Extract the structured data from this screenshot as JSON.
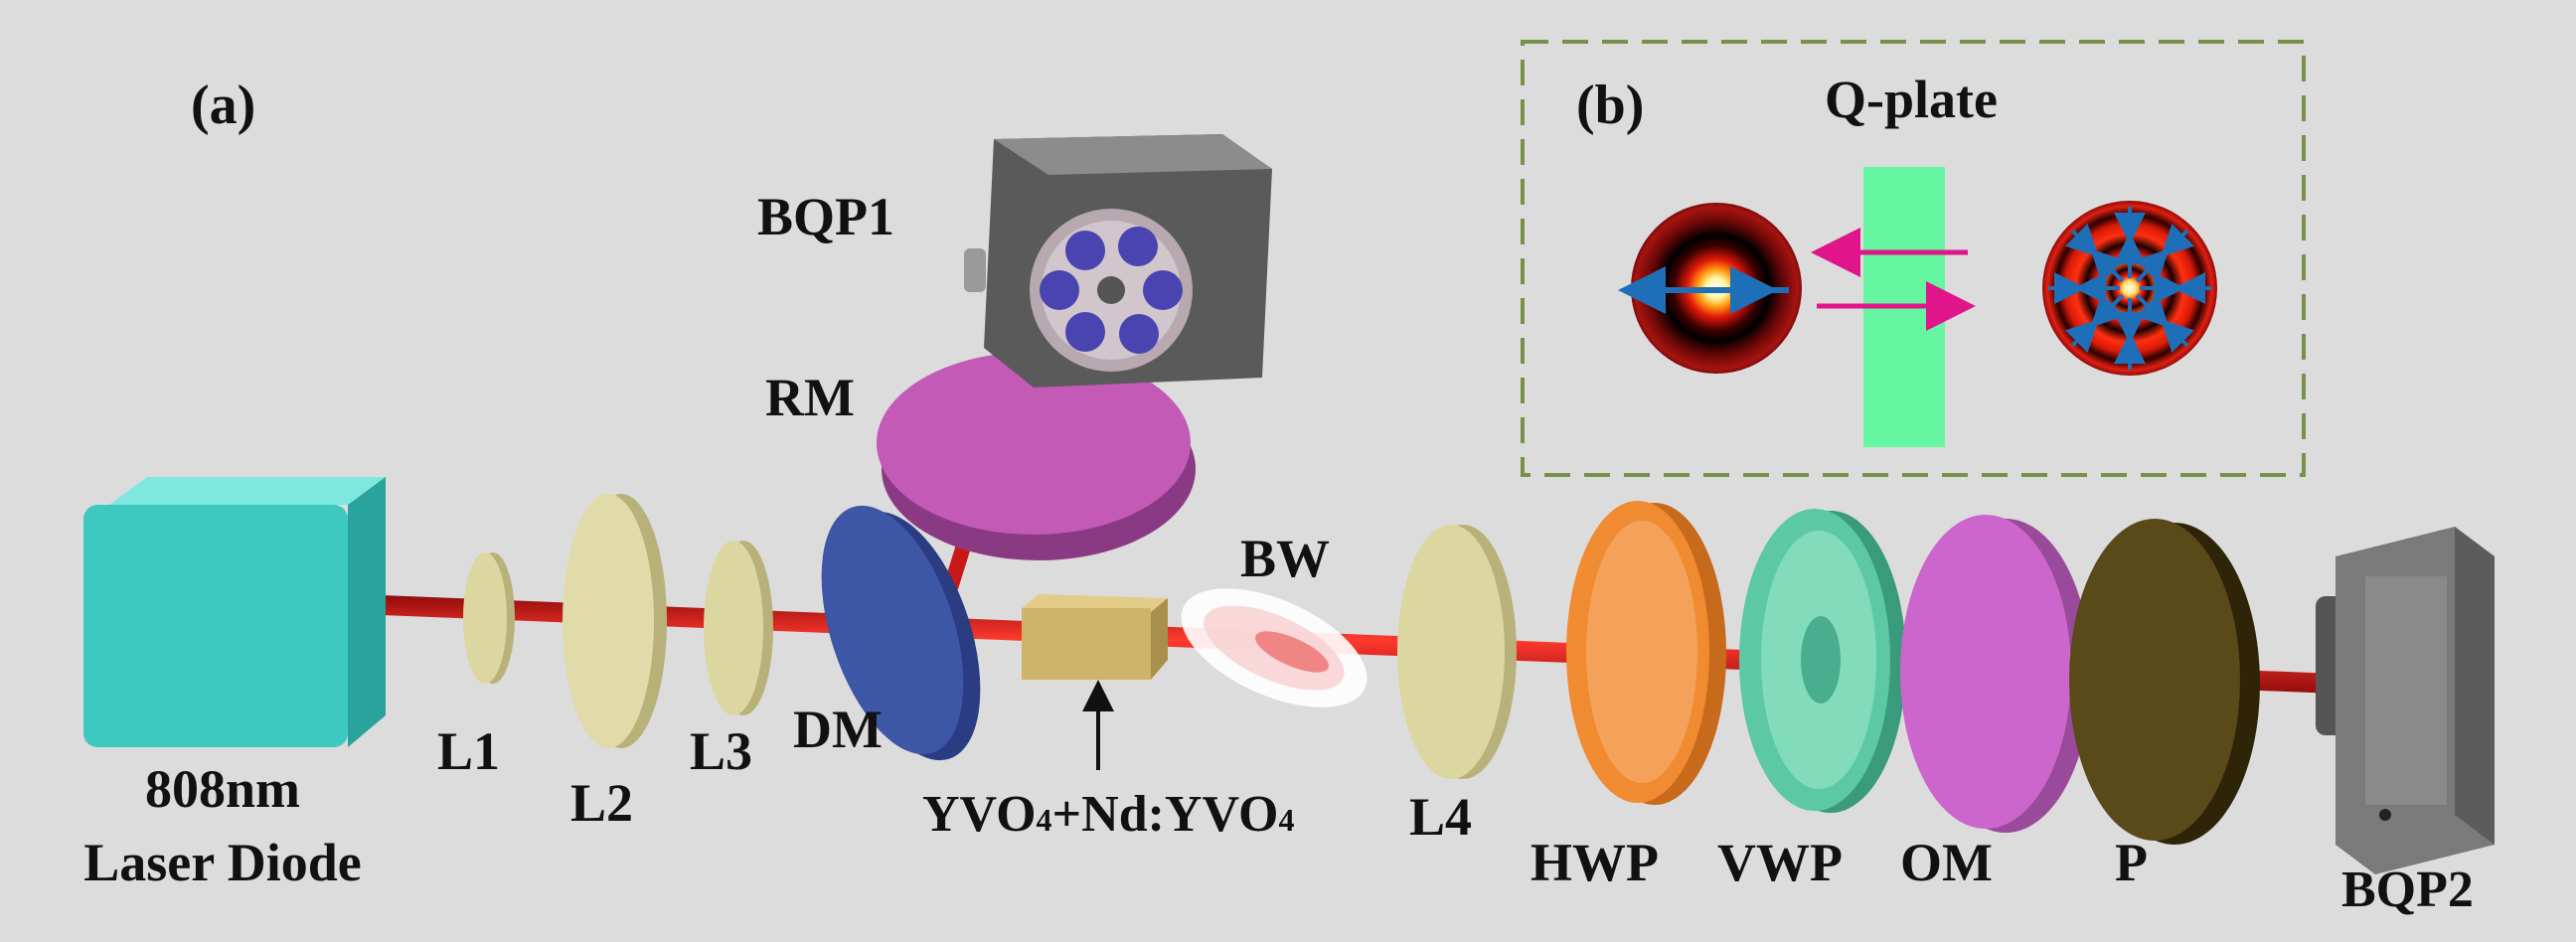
{
  "panel_a": {
    "label": "(a)",
    "components": {
      "laser_diode_line1": "808nm",
      "laser_diode_line2": "Laser Diode",
      "l1": "L1",
      "l2": "L2",
      "l3": "L3",
      "dm": "DM",
      "rm": "RM",
      "bqp1": "BQP1",
      "crystal_prefix": "YVO",
      "crystal_sub1": "4",
      "crystal_mid": "+Nd:YVO",
      "crystal_sub2": "4",
      "bw": "BW",
      "l4": "L4",
      "hwp": "HWP",
      "vwp": "VWP",
      "om": "OM",
      "p": "P",
      "bqp2": "BQP2"
    }
  },
  "panel_b": {
    "label": "(b)",
    "title": "Q-plate"
  },
  "colors": {
    "beam": "#d8181a",
    "laser_diode": "#3ec9c0",
    "lens": "#dcd6a0",
    "dm": "#3d56a6",
    "rm": "#c25ab6",
    "crystal": "#cdb468",
    "hwp": "#f08b32",
    "vwp": "#5cc9a4",
    "om": "#cc66cc",
    "polarizer": "#5a4a1a",
    "camera": "#6e6e6e",
    "qplate": "#66f5a0",
    "arrow_pink": "#e0158a",
    "pol_arrow": "#1f6fb8",
    "dashed_box": "#76924a"
  }
}
